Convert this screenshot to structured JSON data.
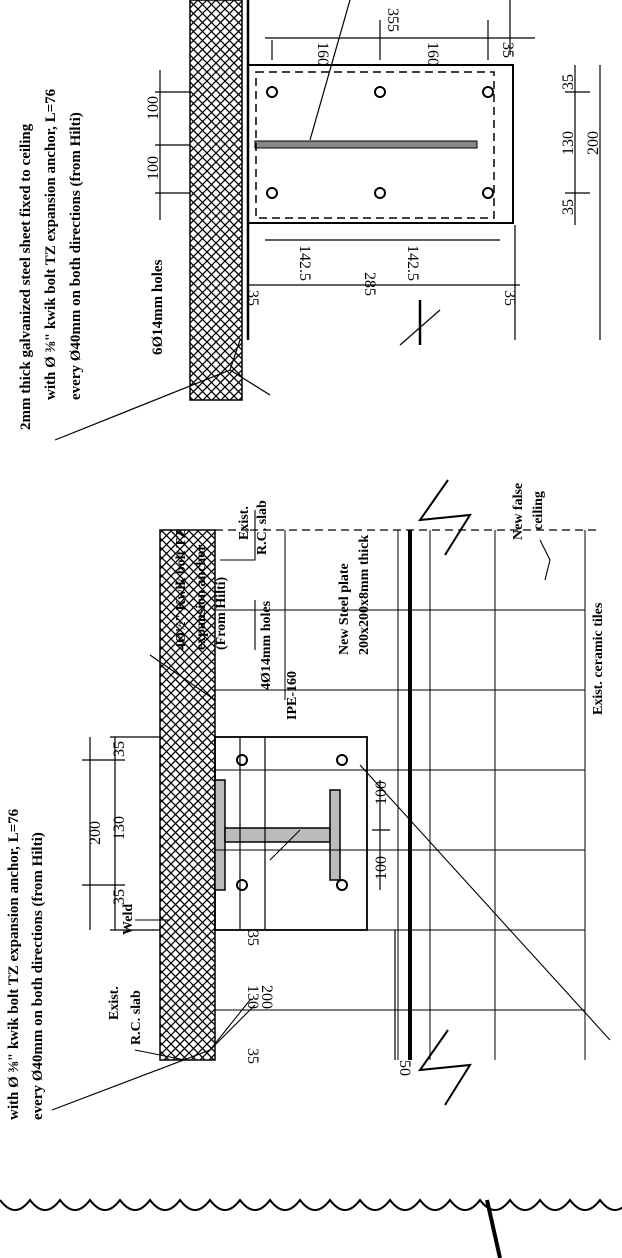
{
  "top_detail": {
    "steel_sheet_note": "2mm thick galvanized steel sheet fixed to ceiling",
    "anchor_note_a": "with Ø ⅜\" kwik bolt TZ expansion anchor, L=76",
    "anchor_note_b": "every Ø40mm on both directions (from Hilti)",
    "holes_note": "6Ø14mm holes",
    "dim_355": "355",
    "dim_160_a": "160",
    "dim_160_b": "160",
    "dim_35_a": "35",
    "dim_35_b": "35",
    "dim_35_c": "35",
    "dim_35_d": "35",
    "dim_35_e": "35",
    "dim_100_a": "100",
    "dim_100_b": "100",
    "dim_130": "130",
    "dim_200": "200",
    "dim_1425_a": "142.5",
    "dim_1425_b": "142.5",
    "dim_285": "285"
  },
  "bottom_detail": {
    "anchor_note_a": "with Ø ⅜\" kwik bolt TZ expansion anchor, L=76",
    "anchor_note_b": "every Ø40mm on both directions (from Hilti)",
    "kwik_bolt_note_a": "4Ø½\" Kwik bolt TZ",
    "kwik_bolt_note_b": "expansion anchor",
    "kwik_bolt_note_c": "(From Hilti)",
    "holes_note": "4Ø14mm holes",
    "ipe_label": "IPE-160",
    "plate_label_a": "New Steel plate",
    "plate_label_b": "200x200x8mm thick",
    "slab_label_left_a": "Exist.",
    "slab_label_left_b": "R.C. slab",
    "slab_label_right_a": "Exist.",
    "slab_label_right_b": "R.C. slab",
    "weld_label": "Weld",
    "false_ceiling_a": "New false",
    "false_ceiling_b": "ceiling",
    "tiles_label": "Exist. ceramic tiles",
    "dim_200_a": "200",
    "dim_130_a": "130",
    "dim_35_a": "35",
    "dim_35_b": "35",
    "dim_200_b": "200",
    "dim_130_b": "130",
    "dim_35_c": "35",
    "dim_35_d": "35",
    "dim_100_a": "100",
    "dim_100_b": "100",
    "dim_50": "50"
  }
}
